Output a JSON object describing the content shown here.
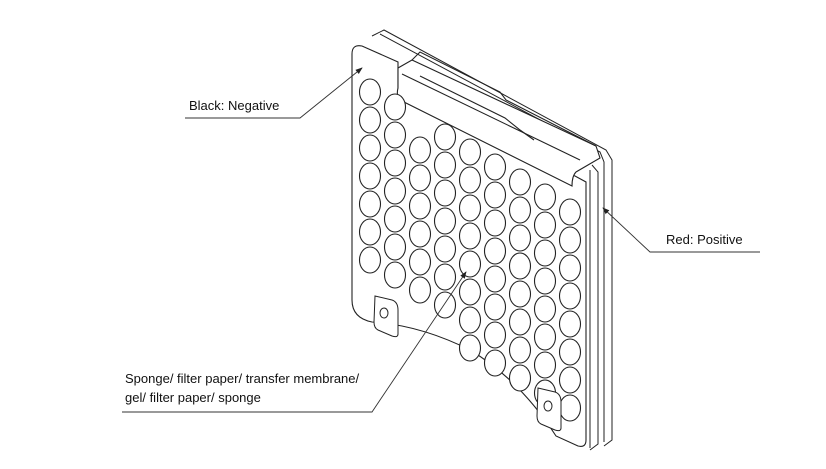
{
  "labels": {
    "negative": "Black: Negative",
    "positive": "Red: Positive",
    "stack_line1": "Sponge/ filter paper/ transfer membrane/",
    "stack_line2": "gel/ filter paper/ sponge"
  },
  "colors": {
    "line": "#222222",
    "leader": "#333333"
  }
}
